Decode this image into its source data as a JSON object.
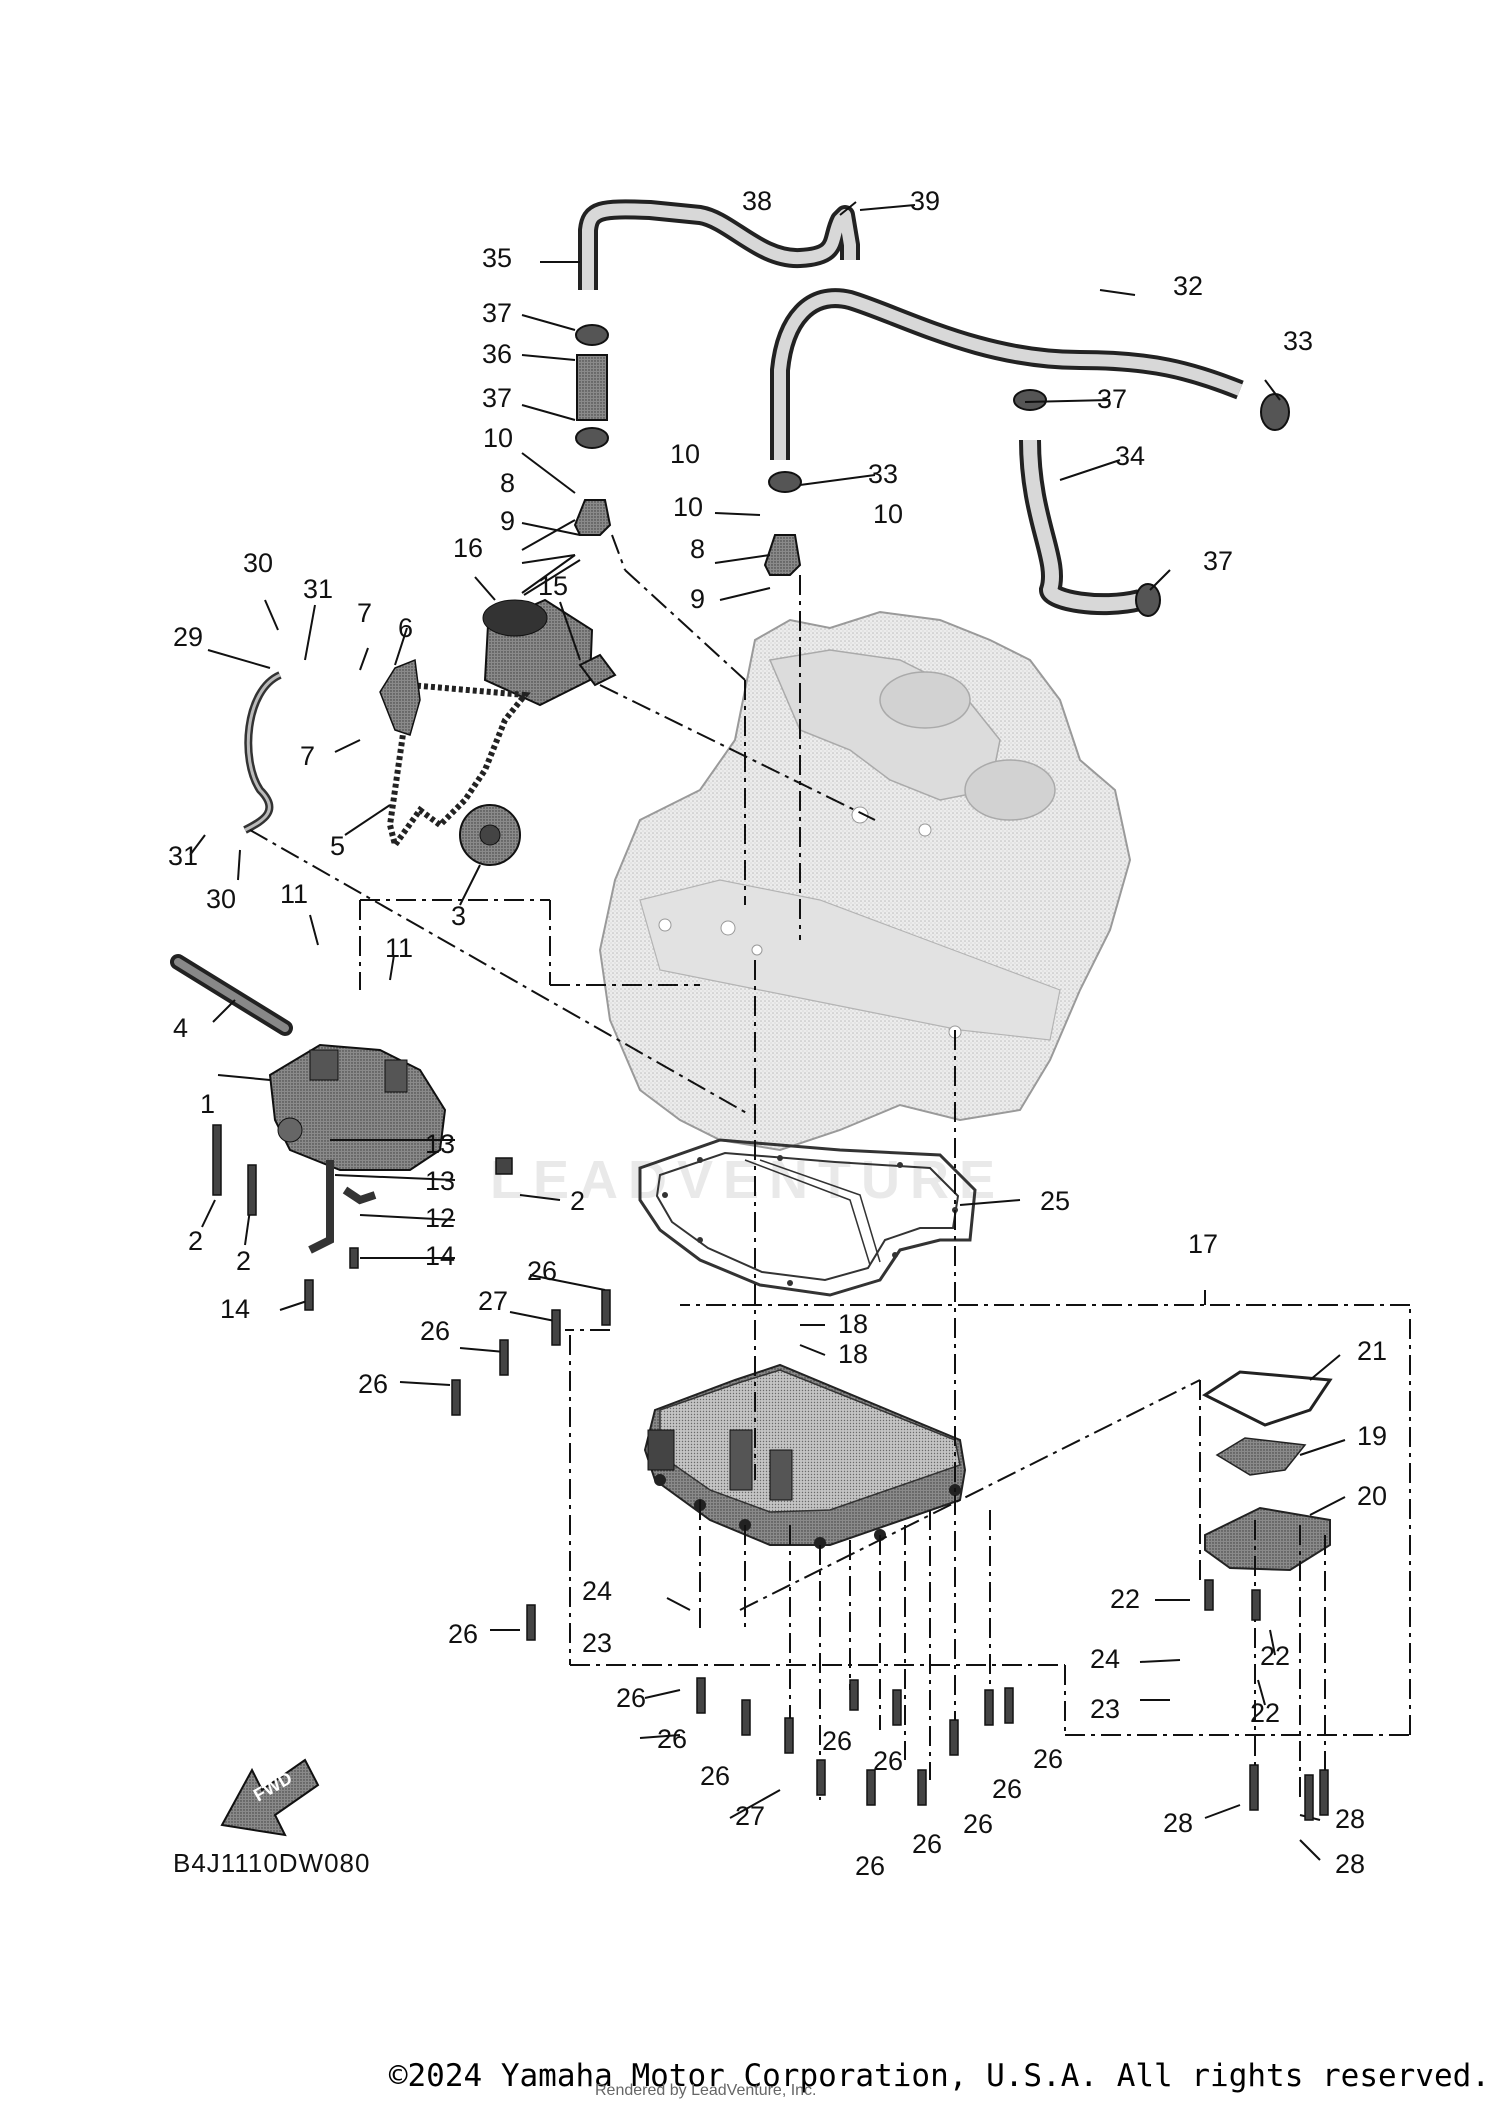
{
  "diagram_code": "B4J1110DW080",
  "fwd_label": "FWD",
  "watermark_logo": "LEADVENTURE",
  "copyright": "©2024 Yamaha Motor Corporation, U.S.A. All rights reserved.",
  "rendered_by": "Rendered by LeadVenture, Inc.",
  "callouts": [
    "1",
    "2",
    "2",
    "2",
    "3",
    "4",
    "5",
    "6",
    "7",
    "7",
    "8",
    "8",
    "9",
    "9",
    "10",
    "10",
    "10",
    "10",
    "11",
    "11",
    "12",
    "13",
    "13",
    "14",
    "14",
    "15",
    "16",
    "17",
    "18",
    "18",
    "19",
    "20",
    "21",
    "22",
    "22",
    "22",
    "23",
    "23",
    "24",
    "24",
    "25",
    "26",
    "26",
    "26",
    "26",
    "26",
    "26",
    "26",
    "26",
    "26",
    "26",
    "26",
    "26",
    "26",
    "26",
    "27",
    "27",
    "28",
    "28",
    "28",
    "29",
    "30",
    "30",
    "31",
    "31",
    "32",
    "33",
    "33",
    "34",
    "35",
    "36",
    "37",
    "37",
    "37",
    "37",
    "38",
    "39"
  ]
}
